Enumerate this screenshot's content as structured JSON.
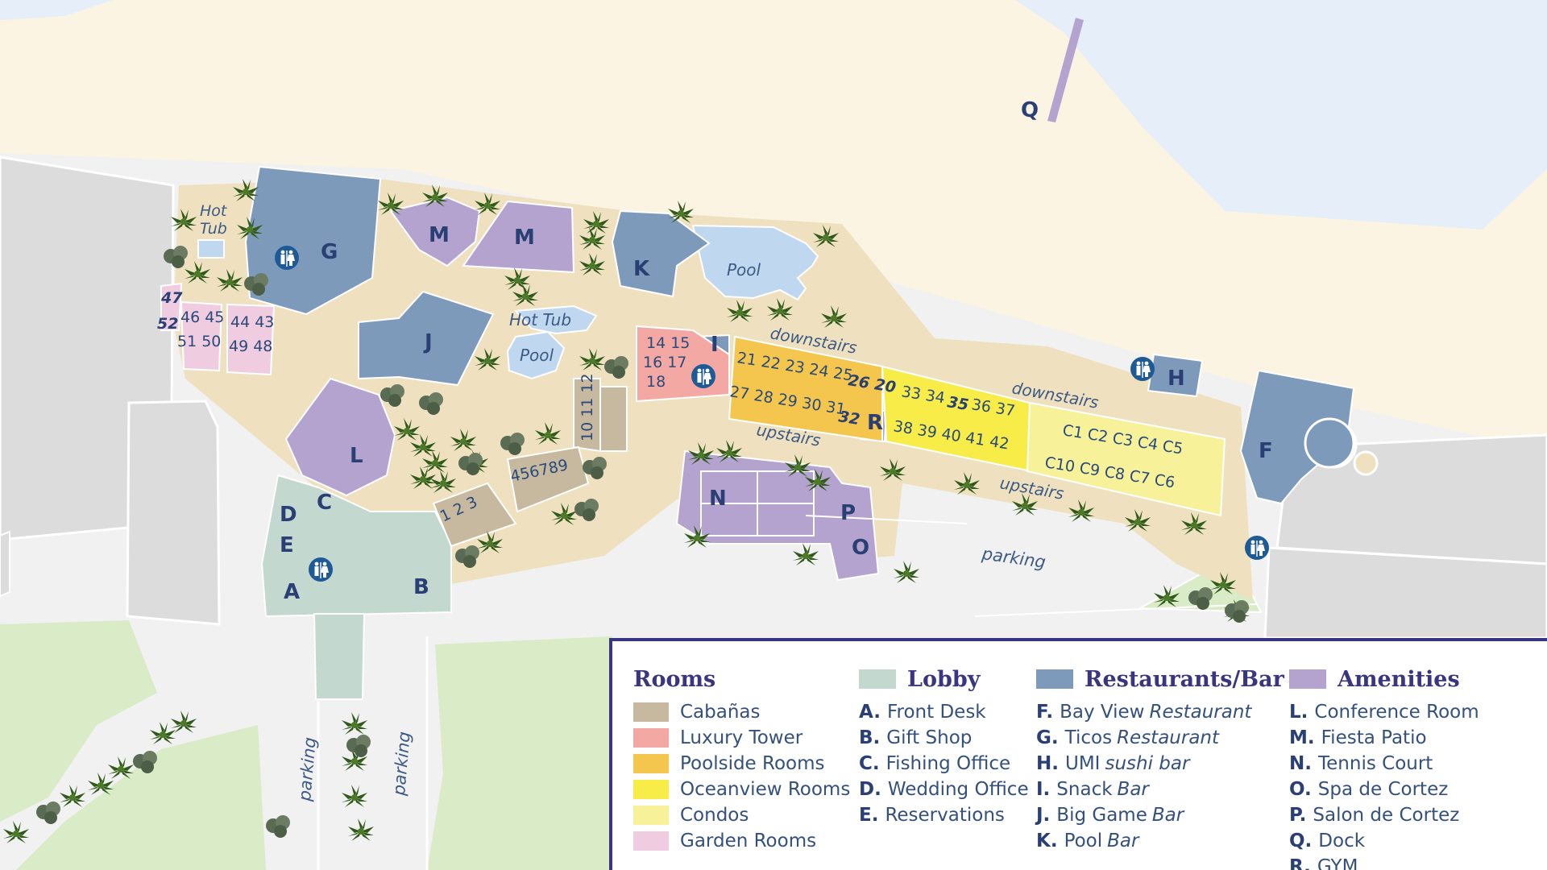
{
  "colors": {
    "water": "#e6eefa",
    "beach": "#fbf4e2",
    "ground": "#f1f1f1",
    "building_gray": "#dcdcdc",
    "grass": "#d9ebc7",
    "resort": "#efe1bf",
    "restaurant": "#7e9abb",
    "amenity": "#b4a3ce",
    "lobby": "#c3d9d0",
    "cabana": "#c7b9a0",
    "luxury": "#f3a8a4",
    "poolside": "#f5c64d",
    "oceanview": "#f8ec49",
    "condo": "#f7f29a",
    "garden": "#f0cce0",
    "pool": "#bfd8f0",
    "legend_border": "#3a3580",
    "text": "#2a4a7a"
  },
  "map_labels": {
    "hot_tub_1_line1": "Hot",
    "hot_tub_1_line2": "Tub",
    "hot_tub_2": "Hot Tub",
    "pool_big": "Pool",
    "pool_small": "Pool",
    "downstairs_1": "downstairs",
    "downstairs_2": "downstairs",
    "upstairs_1": "upstairs",
    "upstairs_2": "upstairs",
    "parking_east": "parking",
    "parking_south_1": "parking",
    "parking_south_2": "parking"
  },
  "letters": {
    "A": "A",
    "B": "B",
    "C": "C",
    "D": "D",
    "E": "E",
    "F": "F",
    "G": "G",
    "H": "H",
    "I": "I",
    "J": "J",
    "K": "K",
    "L": "L",
    "M1": "M",
    "M2": "M",
    "N": "N",
    "O": "O",
    "P": "P",
    "Q": "Q",
    "R": "R"
  },
  "room_numbers": {
    "garden_left": "47",
    "garden_left_b": "52",
    "garden_row1a": "46 45",
    "garden_row2a": "51 50",
    "garden_row1b": "44 43",
    "garden_row2b": "49 48",
    "luxury_row1": "14 15",
    "luxury_row2": "16 17",
    "luxury_row3": "18",
    "cabana_vert": "10 11 12",
    "cabana_a": "1 2 3",
    "cabana_b": "456789",
    "poolside_row1": "21 22 23 24 25",
    "poolside_row1_bold": "26 20",
    "poolside_row2": "27 28 29 30 31",
    "poolside_row2_bold": "32",
    "ocean_row1a": "33 34",
    "ocean_row1_bold": "35",
    "ocean_row1b": "36 37",
    "ocean_row2": "38 39 40 41 42",
    "condo_row1": "C1 C2 C3 C4 C5",
    "condo_row2": "C10 C9 C8 C7 C6"
  },
  "legend": {
    "rooms": {
      "title": "Rooms",
      "items": [
        {
          "label": "Cabañas",
          "color": "#c7b9a0"
        },
        {
          "label": "Luxury Tower",
          "color": "#f3a8a4"
        },
        {
          "label": "Poolside Rooms",
          "color": "#f5c64d"
        },
        {
          "label": "Oceanview Rooms",
          "color": "#f8ec49"
        },
        {
          "label": "Condos",
          "color": "#f7f29a"
        },
        {
          "label": "Garden Rooms",
          "color": "#f0cce0"
        }
      ]
    },
    "lobby": {
      "title": "Lobby",
      "color": "#c3d9d0",
      "items": [
        {
          "key": "A.",
          "label": "Front Desk"
        },
        {
          "key": "B.",
          "label": "Gift Shop"
        },
        {
          "key": "C.",
          "label": "Fishing Office"
        },
        {
          "key": "D.",
          "label": "Wedding Office"
        },
        {
          "key": "E.",
          "label": "Reservations"
        }
      ]
    },
    "restaurants": {
      "title": "Restaurants/Bar",
      "color": "#7e9abb",
      "items": [
        {
          "key": "F.",
          "label": "Bay View",
          "italic": "Restaurant"
        },
        {
          "key": "G.",
          "label": "Ticos",
          "italic": "Restaurant"
        },
        {
          "key": "H.",
          "label": "UMI",
          "italic": "sushi bar"
        },
        {
          "key": "I.",
          "label": "Snack",
          "italic": "Bar"
        },
        {
          "key": "J.",
          "label": "Big Game",
          "italic": "Bar"
        },
        {
          "key": "K.",
          "label": "Pool",
          "italic": "Bar"
        }
      ]
    },
    "amenities": {
      "title": "Amenities",
      "color": "#b4a3ce",
      "items": [
        {
          "key": "L.",
          "label": "Conference Room"
        },
        {
          "key": "M.",
          "label": "Fiesta Patio"
        },
        {
          "key": "N.",
          "label": "Tennis Court"
        },
        {
          "key": "O.",
          "label": "Spa de Cortez"
        },
        {
          "key": "P.",
          "label": "Salon de Cortez"
        },
        {
          "key": "Q.",
          "label": "Dock"
        },
        {
          "key": "R.",
          "label": "GYM"
        }
      ]
    }
  }
}
